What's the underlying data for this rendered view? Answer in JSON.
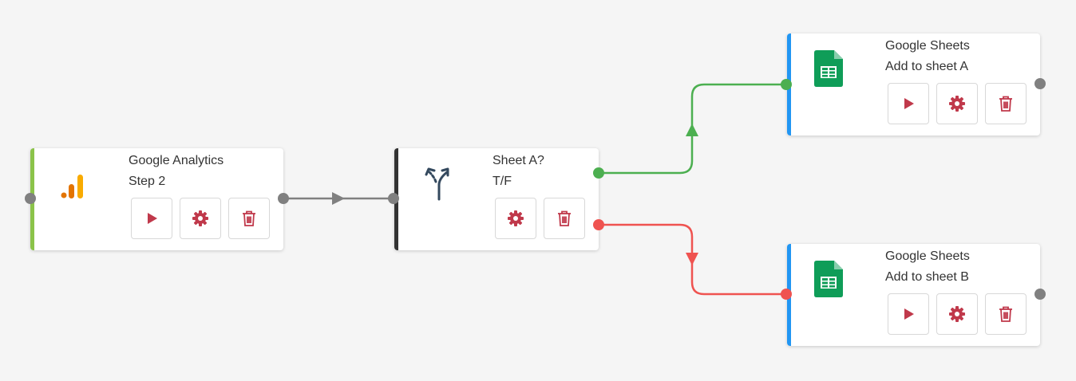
{
  "colors": {
    "background": "#f5f5f5",
    "analytics_accent": "#8bc34a",
    "decision_accent": "#333333",
    "sheets_accent": "#2196f3",
    "true_branch": "#4caf50",
    "false_branch": "#ef5350",
    "connector": "#808080",
    "action_icon": "#c0394b"
  },
  "nodes": {
    "analytics": {
      "title": "Google Analytics",
      "subtitle": "Step 2",
      "icon": "google-analytics-icon",
      "buttons": [
        "play-icon",
        "gear-icon",
        "trash-icon"
      ]
    },
    "decision": {
      "title": "Sheet A?",
      "subtitle": "T/F",
      "icon": "split-arrows-icon",
      "buttons": [
        "gear-icon",
        "trash-icon"
      ]
    },
    "sheets_a": {
      "title": "Google Sheets",
      "subtitle": "Add to sheet A",
      "icon": "google-sheets-icon",
      "buttons": [
        "play-icon",
        "gear-icon",
        "trash-icon"
      ]
    },
    "sheets_b": {
      "title": "Google Sheets",
      "subtitle": "Add to sheet B",
      "icon": "google-sheets-icon",
      "buttons": [
        "play-icon",
        "gear-icon",
        "trash-icon"
      ]
    }
  },
  "connections": [
    {
      "from": "analytics",
      "to": "decision",
      "color": "#808080"
    },
    {
      "from": "decision",
      "to": "sheets_a",
      "branch": "true",
      "color": "#4caf50"
    },
    {
      "from": "decision",
      "to": "sheets_b",
      "branch": "false",
      "color": "#ef5350"
    }
  ]
}
